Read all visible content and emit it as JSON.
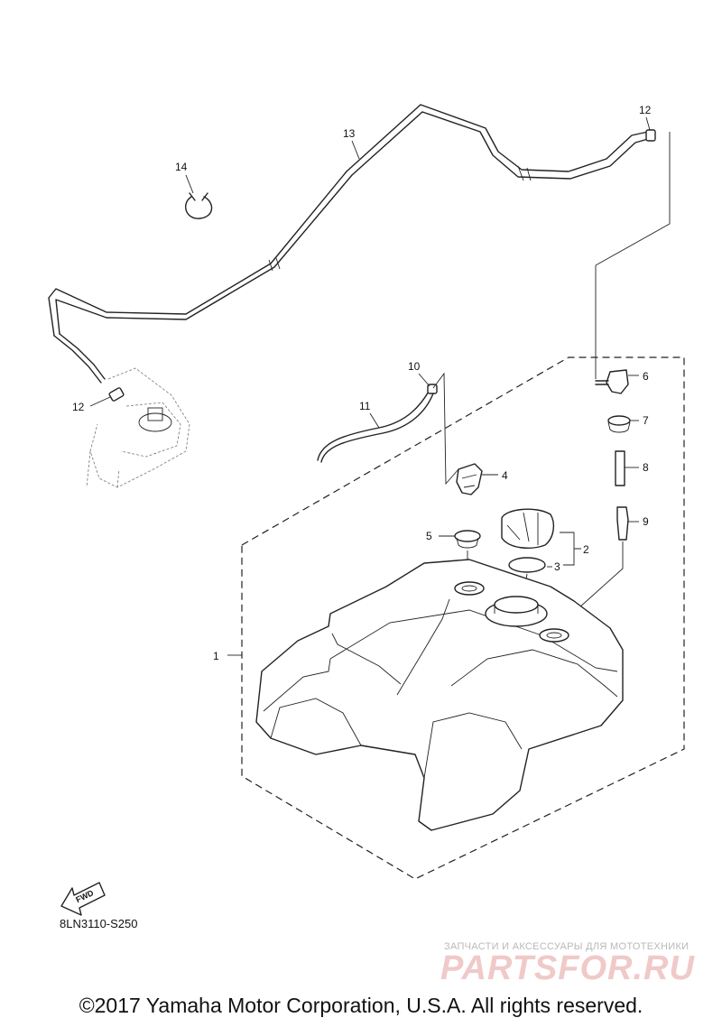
{
  "callouts": [
    {
      "id": "1",
      "text": "1"
    },
    {
      "id": "2",
      "text": "2"
    },
    {
      "id": "3",
      "text": "3"
    },
    {
      "id": "4",
      "text": "4"
    },
    {
      "id": "5",
      "text": "5"
    },
    {
      "id": "6",
      "text": "6"
    },
    {
      "id": "7",
      "text": "7"
    },
    {
      "id": "8",
      "text": "8"
    },
    {
      "id": "9",
      "text": "9"
    },
    {
      "id": "10",
      "text": "10"
    },
    {
      "id": "11",
      "text": "11"
    },
    {
      "id": "12a",
      "text": "12"
    },
    {
      "id": "12b",
      "text": "12"
    },
    {
      "id": "13",
      "text": "13"
    },
    {
      "id": "14",
      "text": "14"
    }
  ],
  "fwd_label": "FWD",
  "drawing_code": "8LN3110-S250",
  "watermark": {
    "tagline": "ЗАПЧАСТИ И АКСЕССУАРЫ ДЛЯ МОТОТЕХНИКИ",
    "brand": "PARTSFOR.RU"
  },
  "copyright": "©2017 Yamaha Motor Corporation, U.S.A. All rights reserved."
}
